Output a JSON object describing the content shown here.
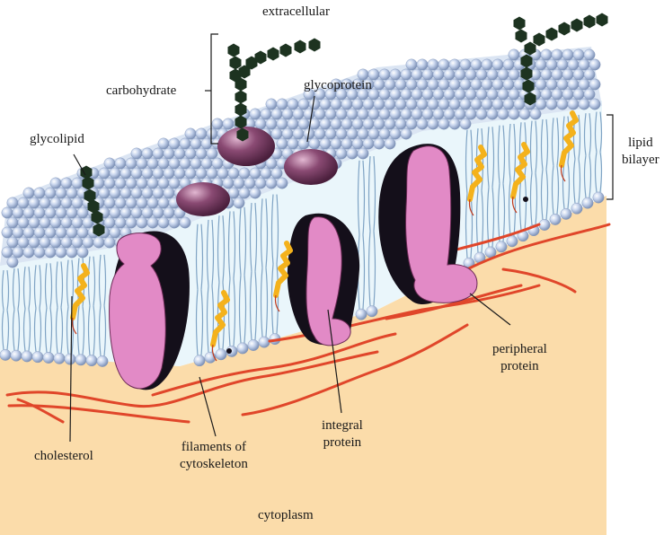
{
  "labels": {
    "extracellular": "extracellular",
    "carbohydrate": "carbohydrate",
    "glycoprotein": "glycoprotein",
    "glycolipid": "glycolipid",
    "lipid_bilayer": [
      "lipid",
      "bilayer"
    ],
    "cholesterol": "cholesterol",
    "filaments": [
      "filaments of",
      "cytoskeleton"
    ],
    "integral_protein": [
      "integral",
      "protein"
    ],
    "peripheral_protein": [
      "peripheral",
      "protein"
    ],
    "cytoplasm": "cytoplasm"
  },
  "colors": {
    "cytoplasm": "#fbdcaa",
    "lipid_head": "#b9c9e6",
    "lipid_tail": "#7fa3c4",
    "protein": "#e28ac6",
    "protein_shadow": "#140f1a",
    "glycoprotein": "#7a3a63",
    "carbohydrate": "#1d3320",
    "cholesterol": "#f4b21c",
    "filament": "#e0462a"
  }
}
